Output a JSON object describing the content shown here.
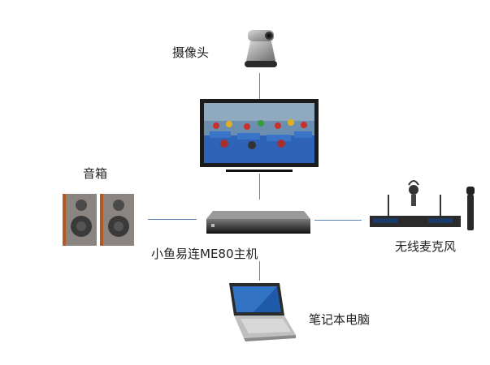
{
  "nodes": {
    "camera": {
      "label": "摄像头"
    },
    "display": {
      "label": ""
    },
    "speakers": {
      "label": "音箱"
    },
    "host": {
      "label": "小鱼易连ME80主机"
    },
    "microphone": {
      "label": "无线麦克风"
    },
    "laptop": {
      "label": "笔记本电脑"
    }
  },
  "colors": {
    "connector": "#5b86b5"
  }
}
